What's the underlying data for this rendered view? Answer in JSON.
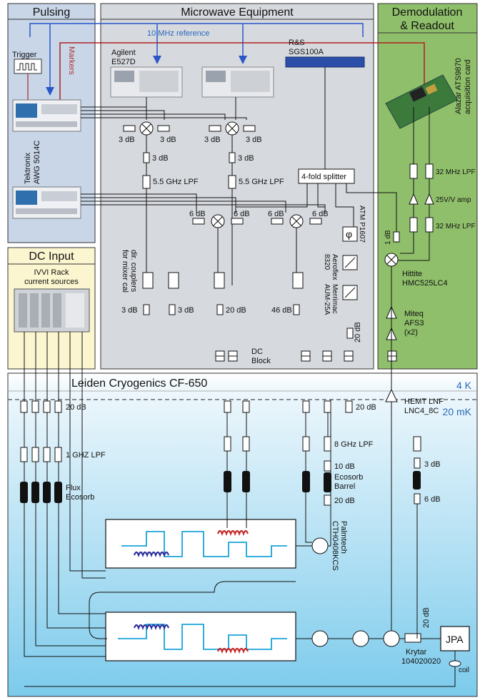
{
  "sections": {
    "pulsing": "Pulsing",
    "microwave": "Microwave Equipment",
    "demod_line1": "Demodulation",
    "demod_line2": "& Readout",
    "dc_input": "DC Input",
    "fridge": "Leiden Cryogenics CF-650"
  },
  "stages": {
    "four_k": "4 K",
    "twenty_mk": "20 mK"
  },
  "signals": {
    "ref": "10 MHz reference",
    "markers": "Markers"
  },
  "instruments": {
    "trigger": "Trigger",
    "awg_line1": "Tektronix",
    "awg_line2": "AWG 5014C",
    "agilent_line1": "Agilent",
    "agilent_line2": "E527D",
    "rs_line1": "R&S",
    "rs_line2": "SGS100A",
    "alazar_line1": "Alazar ATS9870",
    "alazar_line2": "acquisition card",
    "ivvi_line1": "IVVI Rack",
    "ivvi_line2": "current sources"
  },
  "components": {
    "att_3db": "3 dB",
    "att_6db": "6 dB",
    "att_20db": "20 dB",
    "att_46db": "46 dB",
    "att_10db": "10 dB",
    "lpf_55": "5.5 GHz LPF",
    "lpf_32": "32 MHz LPF",
    "lpf_1g": "1 GHZ LPF",
    "lpf_8g": "8 GHz LPF",
    "splitter": "4-fold splitter",
    "amp_25": "25V/V amp",
    "atm": "ATM P1607",
    "aeroflex_line1": "Aeroflex",
    "aeroflex_line2": "8320",
    "merrimac_line1": "Merrimac",
    "merrimac_line2": "AUM-25A",
    "dircoupler_line1": "dir. couplers",
    "dircoupler_line2": "for mixer cal",
    "dc_block_line1": "DC",
    "dc_block_line2": "Block",
    "hittite_line1": "Hittite",
    "hittite_line2": "HMC525LC4",
    "miteq_line1": "Miteq",
    "miteq_line2": "AFS3",
    "miteq_line3": "(x2)",
    "hemt_line1": "HEMT LNF",
    "hemt_line2": "LNC4_8C",
    "flux_line1": "Flux",
    "flux_line2": "Ecosorb",
    "ecosorb_line1": "Ecosorb",
    "ecosorb_line2": "Barrel",
    "palmtech_line1": "Palmtech",
    "palmtech_line2": "CTH0408KCS",
    "krytar_line1": "Krytar",
    "krytar_line2": "104020020",
    "jpa": "JPA",
    "coil": "coil"
  },
  "colors": {
    "pulsing_bg": "#c8d6e8",
    "microwave_bg": "#d6d9de",
    "demod_bg": "#8fbf6a",
    "dc_bg": "#fbf6cf",
    "fridge_top": "#ffffff",
    "fridge_bottom": "#8fd2ef",
    "ref_line": "#2a57c8",
    "marker_line": "#b02020",
    "resonator_blue": "#2c2f9c",
    "resonator_red": "#c62828",
    "qubit_cyan": "#1aa3d9"
  }
}
